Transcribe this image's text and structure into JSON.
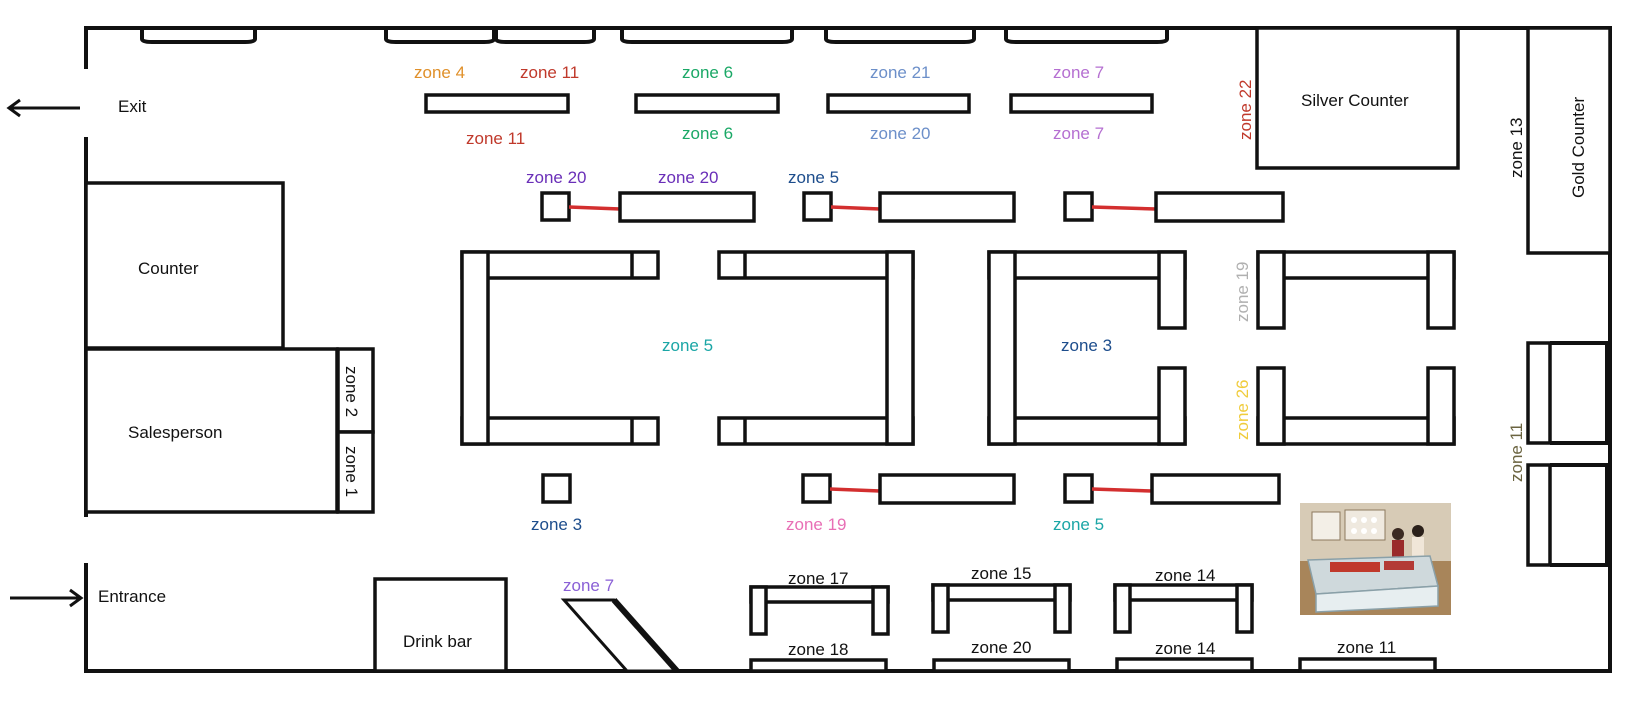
{
  "labels": {
    "exit": "Exit",
    "entrance": "Entrance",
    "counter": "Counter",
    "salesperson": "Salesperson",
    "drink_bar": "Drink bar",
    "silver_counter": "Silver Counter",
    "gold_counter": "Gold Counter"
  },
  "colors": {
    "walls": "#111111",
    "rope": "#d32f2f",
    "orange": "#e0902a",
    "red": "#c0392b",
    "green": "#1aa866",
    "light_blue": "#6c8fc9",
    "lavender": "#b56fd1",
    "purple": "#6a2fb8",
    "navy": "#1d4d8c",
    "teal": "#1ba6a6",
    "pink": "#e86fb5",
    "gray": "#b0b0b0",
    "yellow": "#f0cc3c",
    "dark_olive": "#6b6440",
    "black": "#111111",
    "violet": "#8a60d6"
  },
  "zones": {
    "z4_top": "zone 4",
    "z11_top": "zone 11",
    "z6_top": "zone 6",
    "z21_top": "zone 21",
    "z7_top": "zone 7",
    "z11_under": "zone 11",
    "z6_under": "zone 6",
    "z20_under": "zone 20",
    "z7_under": "zone 7",
    "z20_a": "zone 20",
    "z20_b": "zone 20",
    "z5_row": "zone 5",
    "z22": "zone 22",
    "z13": "zone 13",
    "z5_center": "zone 5",
    "z3_center": "zone 3",
    "z19_side": "zone 19",
    "z26_side": "zone 26",
    "z11_side": "zone 11",
    "z2": "zone 2",
    "z1": "zone 1",
    "z3_low": "zone 3",
    "z19_low": "zone 19",
    "z5_low": "zone 5",
    "z7_low": "zone 7",
    "z17": "zone 17",
    "z15": "zone 15",
    "z14_a": "zone 14",
    "z18": "zone 18",
    "z20_bottom": "zone 20",
    "z14_b": "zone 14",
    "z11_bottom": "zone 11"
  },
  "photo": {
    "icon": "jewelry-display-case-photo"
  }
}
